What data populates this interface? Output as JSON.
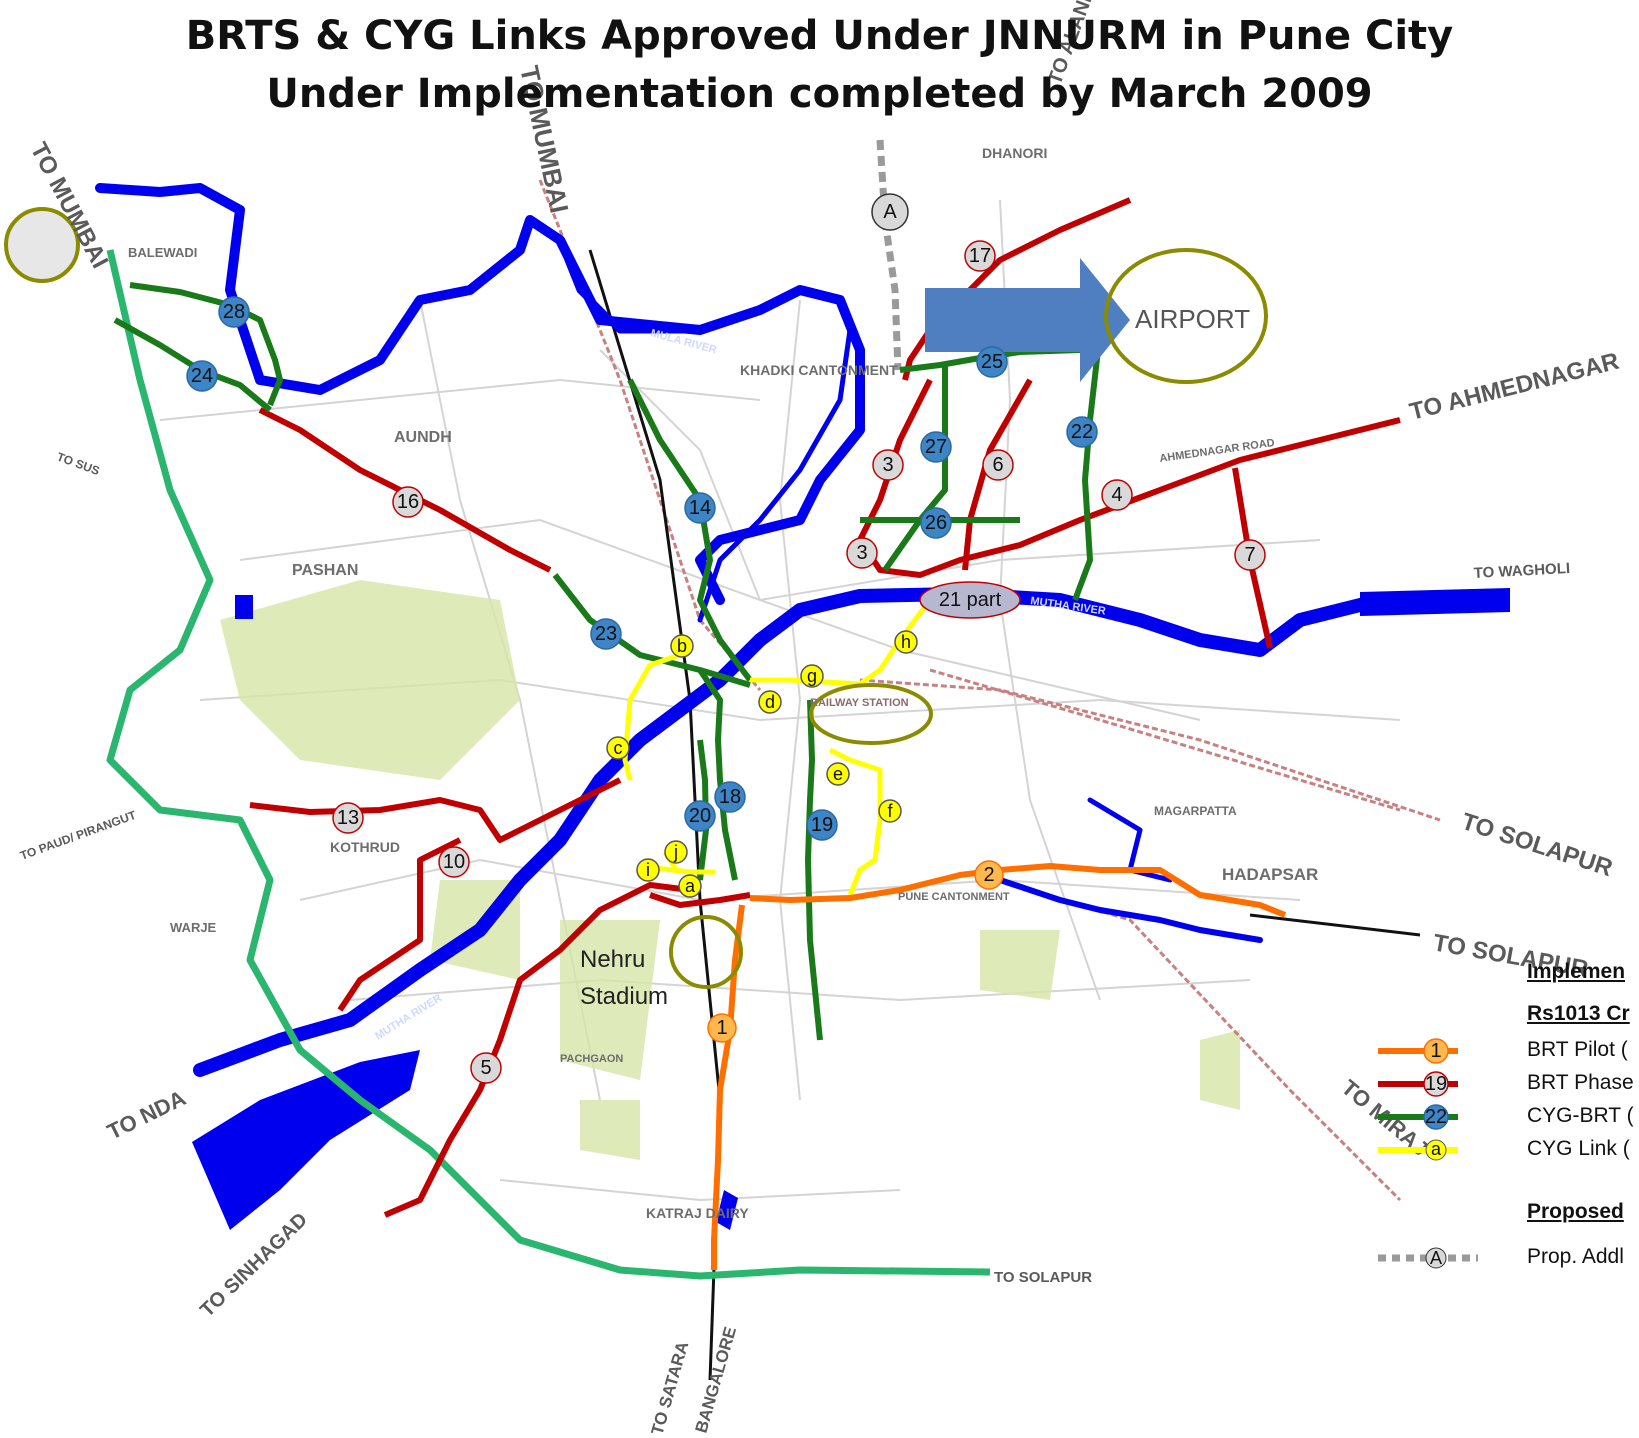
{
  "title_line1": "BRTS & CYG Links Approved Under JNNURM in Pune City",
  "title_line2": "Under Implementation completed by March 2009",
  "colors": {
    "brt_pilot": "#ff6f00",
    "brt_phase": "#c00000",
    "cyg_brt": "#1a7a1a",
    "cyg_link": "#ffff00",
    "ring": "#2ab66e",
    "river": "#0000ee",
    "highlight_circle": "#8b8b00",
    "airport_arrow": "#4f7fc0"
  },
  "place_labels": {
    "balewadi": "BALEWADI",
    "aundh": "AUNDH",
    "pashan": "PASHAN",
    "kothrud": "KOTHRUD",
    "warje": "WARJE",
    "khadki": "KHADKI CANTONMENT",
    "dhanori": "DHANORI",
    "airport": "AIRPORT",
    "katraj": "KATRAJ DAIRY",
    "hadapsar": "HADAPSAR",
    "magarpatta": "MAGARPATTA",
    "pune_cantonment": "PUNE CANTONMENT",
    "station": "RAILWAY STATION",
    "pachgaon": "PACHGAON",
    "nehru": "Nehru",
    "stadium": "Stadium",
    "mula_river": "MULA RIVER",
    "mutha_river": "MUTHA RIVER",
    "mutha_river2": "MUTHA RIVER",
    "ahmednagar_road": "AHMEDNAGAR ROAD"
  },
  "road_labels": {
    "to_mumbai_left": "TO MUMBAI",
    "to_mumbai_top": "TO MUMBAI",
    "to_ahmednagar": "TO AHMEDNAGAR",
    "to_wagholi": "TO WAGHOLI",
    "to_solapur1": "TO SOLAPUR",
    "to_solapur2": "TO SOLAPUR",
    "to_solapur3": "TO SOLAPUR",
    "to_nda": "TO NDA",
    "to_sinhagad": "TO SINHAGAD",
    "to_satara": "TO SATARA",
    "to_bangalore": "BANGALORE",
    "to_paud": "TO PAUD/ PIRANGUT",
    "to_sus": "TO SUS",
    "to_miraj": "TO MIRAJ",
    "to_alandi": "TO ALANDI"
  },
  "route_badges": {
    "r1": "1",
    "r2": "2",
    "r3a": "3",
    "r3b": "3",
    "r4": "4",
    "r5": "5",
    "r6": "6",
    "r7": "7",
    "r10": "10",
    "r13": "13",
    "r14": "14",
    "r16": "16",
    "r17": "17",
    "r18": "18",
    "r19": "19",
    "r20": "20",
    "r21": "21 part",
    "r22": "22",
    "r23": "23",
    "r24": "24",
    "r25": "25",
    "r26": "26",
    "r27": "27",
    "r28": "28"
  },
  "link_badges": {
    "a": "a",
    "b": "b",
    "c": "c",
    "d": "d",
    "e": "e",
    "f": "f",
    "g": "g",
    "h": "h",
    "i": "i",
    "j": "j",
    "A": "A"
  },
  "legend": {
    "heading1": "Implemen",
    "heading2": "Rs1013 Cr",
    "items": [
      {
        "badge": "1",
        "label": "BRT Pilot ("
      },
      {
        "badge": "19",
        "label": "BRT Phase"
      },
      {
        "badge": "22",
        "label": "CYG-BRT ("
      },
      {
        "badge": "a",
        "label": "CYG Link ("
      }
    ],
    "heading3": "Proposed",
    "proposed": {
      "badge": "A",
      "label": "Prop. Addl"
    }
  }
}
